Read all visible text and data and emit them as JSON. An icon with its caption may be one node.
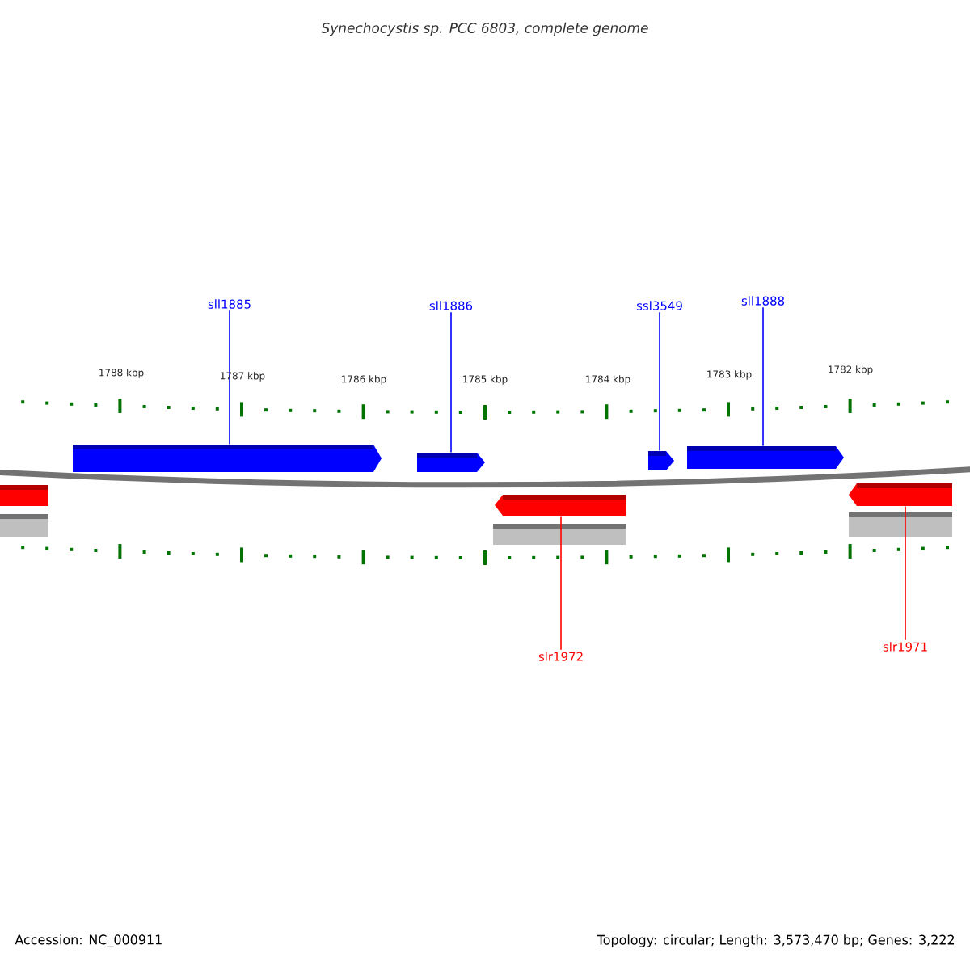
{
  "diagram": {
    "title": "Synechocystis sp. PCC 6803, complete genome",
    "nodes": [
      {
        "text": [
          "sll1885"
        ]
      },
      {
        "text": [
          "sll1886"
        ]
      },
      {
        "text": [
          "ssl3549"
        ]
      },
      {
        "text": [
          "sll1888"
        ]
      },
      {
        "text": [
          "slr1972"
        ]
      },
      {
        "text": [
          "slr1971"
        ]
      },
      {
        "text": [],
        "shape": "bar"
      },
      {
        "text": [],
        "shape": "bar"
      },
      {
        "text": [],
        "shape": "bar"
      },
      {
        "text": [],
        "shape": "bar"
      },
      {
        "text": [],
        "shape": "bar"
      },
      {
        "text": [],
        "shape": "bar"
      },
      {
        "text": [],
        "shape": "bar"
      }
    ],
    "edges": [
      {
        "from": 0,
        "to": 6,
        "arrow": "none"
      },
      {
        "from": 1,
        "to": 7,
        "arrow": "none"
      },
      {
        "from": 2,
        "to": 8,
        "arrow": "none"
      },
      {
        "from": 3,
        "to": 9,
        "arrow": "none"
      },
      {
        "from": 4,
        "to": 11,
        "arrow": "none",
        "color": "#ff0000"
      },
      {
        "from": 5,
        "to": 12,
        "arrow": "none",
        "color": "#ff0000"
      }
    ],
    "labels": [
      "1788 kbp",
      "1787 kbp",
      "1786 kbp",
      "1785 kbp",
      "1784 kbp",
      "1783 kbp",
      "1782 kbp",
      "Accession: NC_000911",
      "Topology: circular; Length: 3,573,470 bp; Genes: 3,222"
    ]
  }
}
